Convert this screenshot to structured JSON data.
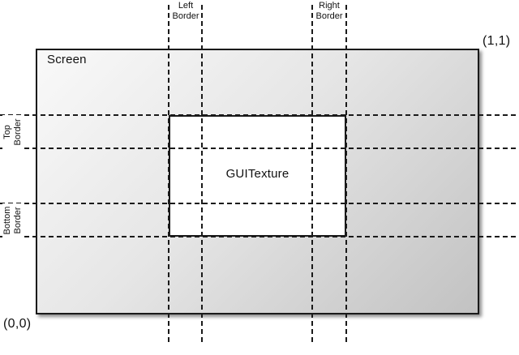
{
  "diagram": {
    "screen_label": "Screen",
    "texture_label": "GUITexture",
    "origin_label": "(0,0)",
    "max_label": "(1,1)",
    "borders": {
      "left": {
        "line1": "Left",
        "line2": "Border"
      },
      "right": {
        "line1": "Right",
        "line2": "Border"
      },
      "top": {
        "line1": "Top",
        "line2": "Border"
      },
      "bottom": {
        "line1": "Bottom",
        "line2": "Border"
      }
    },
    "colors": {
      "line": "#1a1a1a",
      "screen_gradient_start": "#f9f9f9",
      "screen_gradient_end": "#c2c2c2",
      "texture_fill": "#ffffff"
    }
  }
}
